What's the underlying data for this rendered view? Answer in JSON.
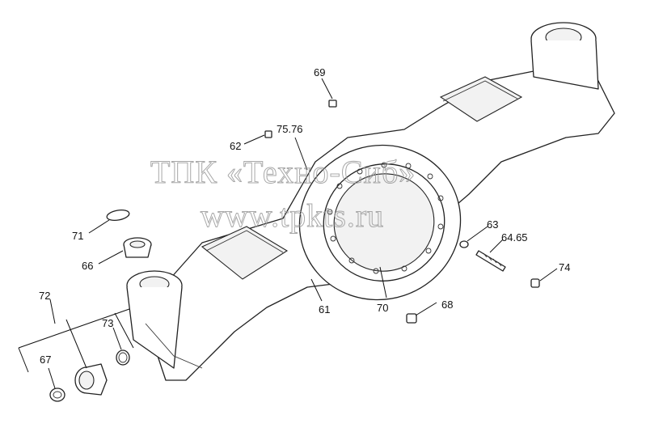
{
  "watermark": {
    "line1": "ТПК «Техно-Сиб»",
    "line2": "www.tpkts.ru"
  },
  "callouts": {
    "c69": "69",
    "c62": "62",
    "c7576": "75.76",
    "c71": "71",
    "c66": "66",
    "c63": "63",
    "c6465": "64.65",
    "c74": "74",
    "c61": "61",
    "c70": "70",
    "c68": "68",
    "c72": "72",
    "c73": "73",
    "c67": "67"
  }
}
